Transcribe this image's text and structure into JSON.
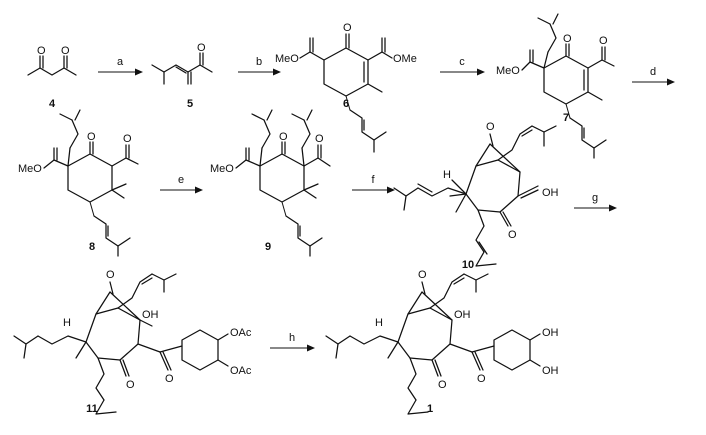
{
  "compounds": [
    {
      "id": "4",
      "label": "4"
    },
    {
      "id": "5",
      "label": "5"
    },
    {
      "id": "6",
      "label": "6"
    },
    {
      "id": "7",
      "label": "7"
    },
    {
      "id": "8",
      "label": "8"
    },
    {
      "id": "9",
      "label": "9"
    },
    {
      "id": "10",
      "label": "10"
    },
    {
      "id": "11",
      "label": "11"
    },
    {
      "id": "1",
      "label": "1"
    }
  ],
  "steps": [
    {
      "id": "a",
      "label": "a"
    },
    {
      "id": "b",
      "label": "b"
    },
    {
      "id": "c",
      "label": "c"
    },
    {
      "id": "d",
      "label": "d"
    },
    {
      "id": "e",
      "label": "e"
    },
    {
      "id": "f",
      "label": "f"
    },
    {
      "id": "g",
      "label": "g"
    },
    {
      "id": "h",
      "label": "h"
    }
  ],
  "atom_labels": {
    "o": "O",
    "ome": "OMe",
    "meo": "MeO",
    "oh": "OH",
    "oac": "OAc",
    "h": "H"
  }
}
